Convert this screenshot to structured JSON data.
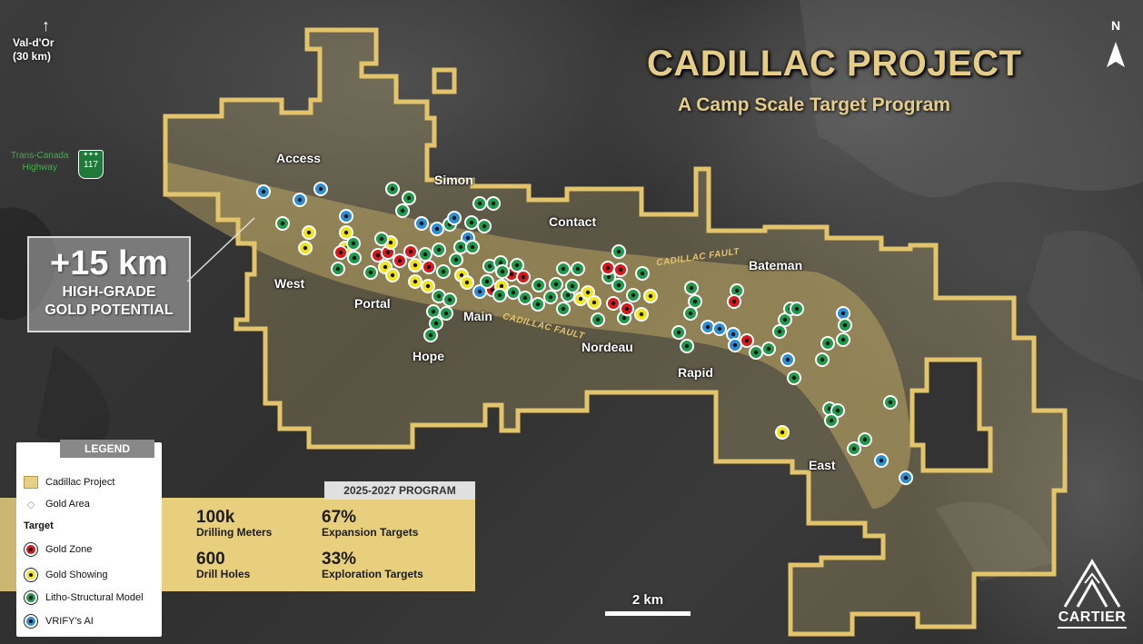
{
  "title": "CADILLAC PROJECT",
  "subtitle": "A Camp Scale Target Program",
  "north": "N",
  "valdor": {
    "line1": "Val-d'Or",
    "line2": "(30 km)"
  },
  "highway": {
    "name_line1": "Trans-Canada",
    "name_line2": "Highway",
    "number": "117",
    "crown": "✦✦✦"
  },
  "callout": {
    "big": "+15 km",
    "line1": "HIGH-GRADE",
    "line2": "GOLD POTENTIAL"
  },
  "area_labels": [
    "Access",
    "Simon",
    "Contact",
    "Bateman",
    "West",
    "Portal",
    "Main",
    "Hope",
    "Nordeau",
    "Rapid",
    "East"
  ],
  "fault_label": "CADILLAC FAULT",
  "legend": {
    "title": "LEGEND",
    "project": "Cadillac Project",
    "gold_area": "Gold Area",
    "target_heading": "Target",
    "targets": [
      {
        "label": "Gold Zone",
        "color": "#d7191c"
      },
      {
        "label": "Gold Showing",
        "color": "#f2e417"
      },
      {
        "label": "Litho-Structural Model",
        "color": "#1f9a4a"
      },
      {
        "label": "VRIFY's AI",
        "color": "#2b8fd6"
      }
    ]
  },
  "program": {
    "tab": "2025-2027 PROGRAM",
    "stats": [
      {
        "value": "100k",
        "text": "Drilling Meters"
      },
      {
        "value": "67%",
        "text": "Expansion Targets"
      },
      {
        "value": "600",
        "text": "Drill Holes"
      },
      {
        "value": "33%",
        "text": "Exploration Targets"
      }
    ]
  },
  "scale": "2 km",
  "logo": "CARTIER",
  "colors": {
    "boundary": "#e3c46b",
    "gold_zone": "#d7191c",
    "gold_showing": "#f2e417",
    "litho": "#1f9a4a",
    "vrify": "#2b8fd6"
  }
}
